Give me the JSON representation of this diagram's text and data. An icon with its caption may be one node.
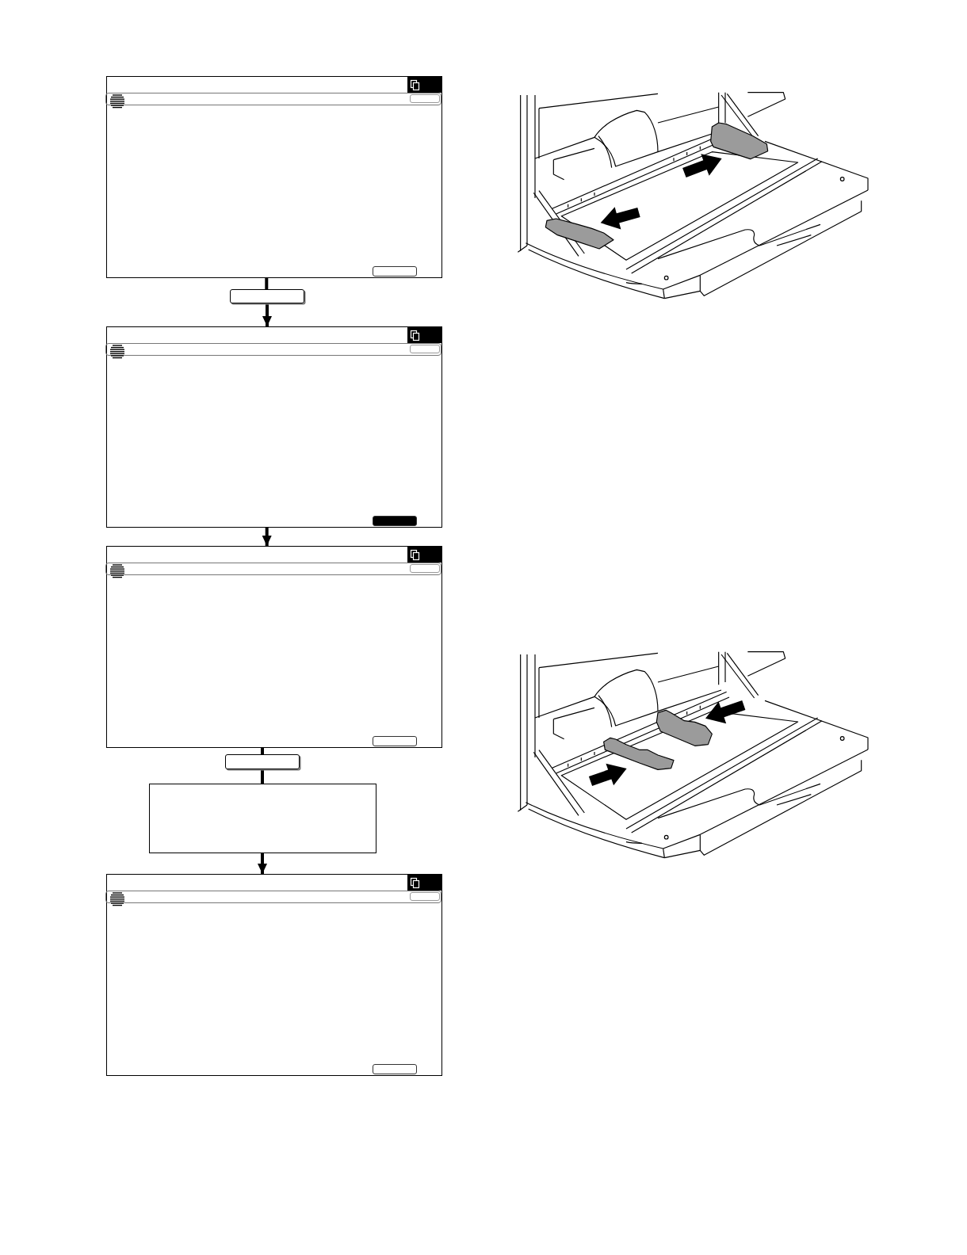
{
  "diagram": {
    "nodes": [
      {
        "text": [],
        "shape": "box"
      },
      {
        "text": [],
        "shape": "box"
      },
      {
        "text": [],
        "shape": "box"
      },
      {
        "text": [],
        "shape": "box"
      },
      {
        "text": [],
        "shape": "box"
      },
      {
        "text": [],
        "shape": "box"
      },
      {
        "text": [],
        "shape": "box"
      }
    ],
    "edges": [
      {
        "from": 0,
        "to": 1,
        "arrow": "none"
      },
      {
        "from": 1,
        "to": 2,
        "arrow": "to"
      },
      {
        "from": 2,
        "to": 3,
        "arrow": "to"
      },
      {
        "from": 3,
        "to": 4,
        "arrow": "none"
      },
      {
        "from": 4,
        "to": 5,
        "arrow": "none"
      },
      {
        "from": 5,
        "to": 6,
        "arrow": "to"
      }
    ]
  }
}
